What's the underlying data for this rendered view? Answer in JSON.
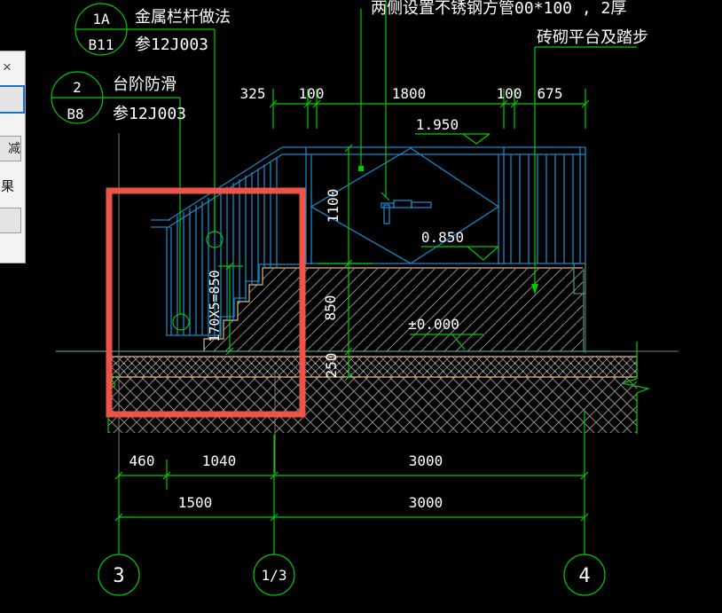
{
  "colors": {
    "background": "#000000",
    "cad_green": "#00cc00",
    "cad_blue": "#1787c8",
    "cad_teal": "#3fa08a",
    "cad_tan": "#e2b87c",
    "axis_gray": "#7d7d7d",
    "hatch_gray": "#8a8a8a",
    "marker_red": "#ee5348",
    "text_white": "#ffffff"
  },
  "panel": {
    "close_label": "×",
    "button1_label": "减",
    "result_label": "果"
  },
  "callouts": [
    {
      "num": "1A",
      "code": "B11",
      "title": "金属栏杆做法",
      "ref": "参12J003"
    },
    {
      "num": "2",
      "code": "B8",
      "title": "台阶防滑",
      "ref": "参12J003"
    }
  ],
  "notes": {
    "steel_tube": "两侧设置不锈钢方管00*100    , 2厚",
    "platform": "砖砌平台及踏步"
  },
  "dims_top": [
    "325",
    "100",
    "1800",
    "100",
    "675"
  ],
  "elevations": [
    "1.950",
    "0.850",
    "±0.000"
  ],
  "dims_vertical": [
    "1100",
    "850",
    "250"
  ],
  "stair_dim": "170X5=850",
  "dims_bottom_row1": [
    "460",
    "1040",
    "3000"
  ],
  "dims_bottom_row2": [
    "1500",
    "3000"
  ],
  "grid_bubbles": [
    "3",
    "1/3",
    "4"
  ]
}
